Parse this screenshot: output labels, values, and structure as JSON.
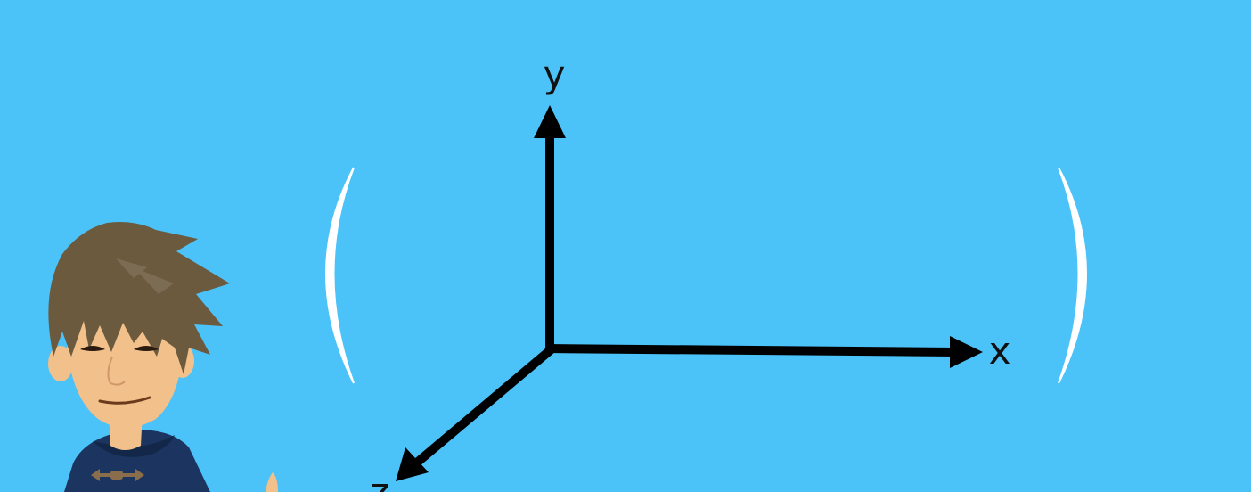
{
  "diagram": {
    "background_color": "#4bc2f8",
    "axis_color": "#000000",
    "bracket_color": "#ffffff",
    "axes": {
      "y_label": "y",
      "x_label": "x",
      "z_label": "z"
    },
    "brackets": [
      "left-paren",
      "right-paren"
    ],
    "character": "cartoon-presenter"
  }
}
